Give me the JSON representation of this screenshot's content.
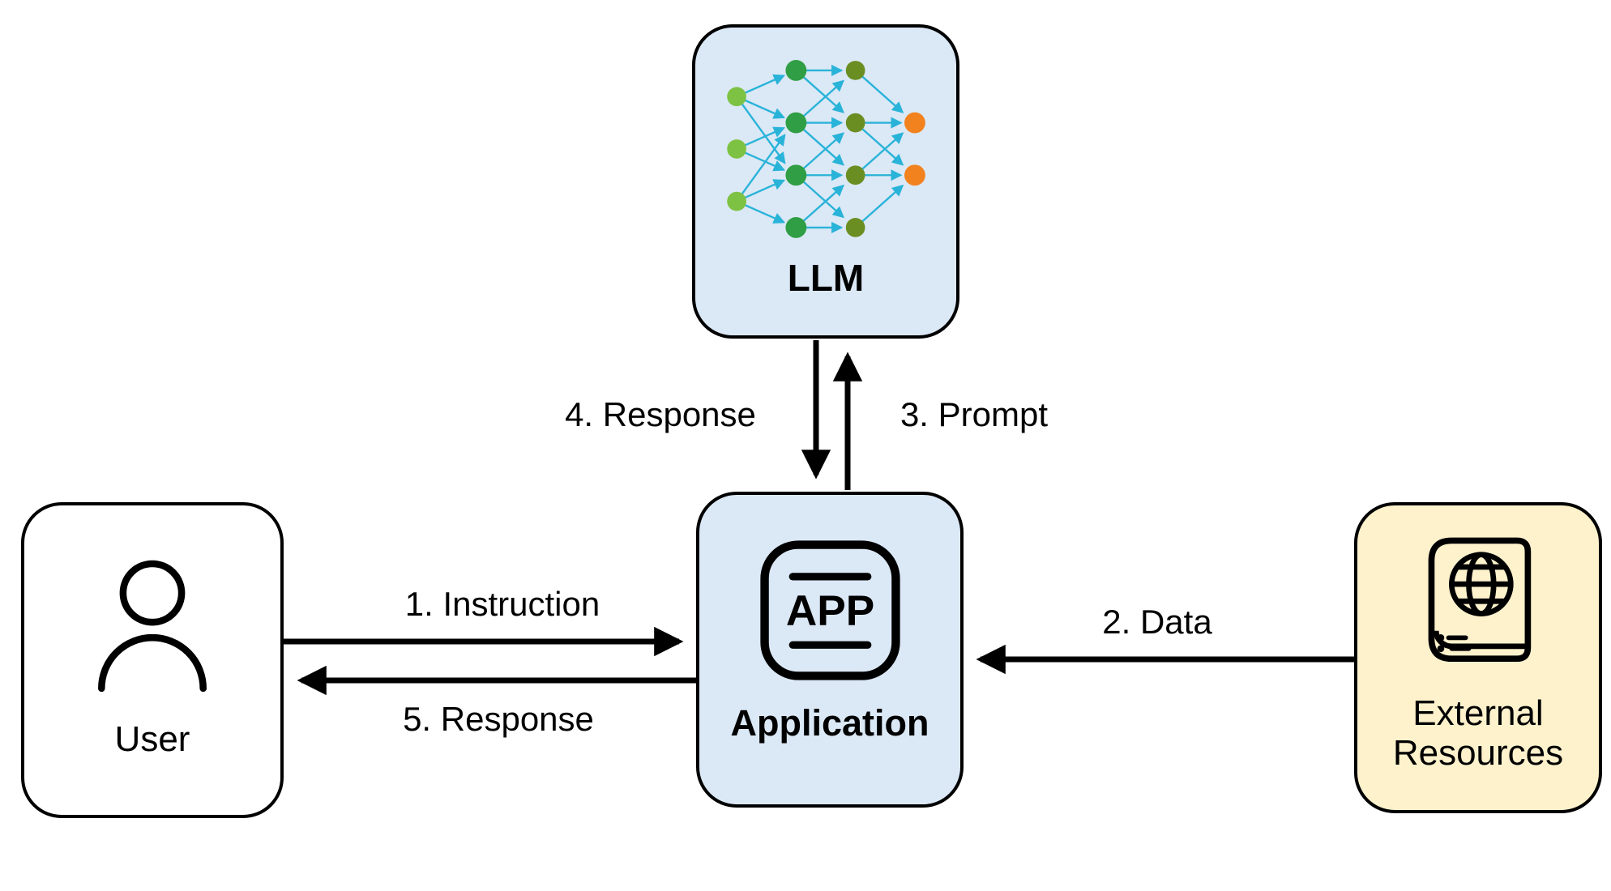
{
  "diagram": {
    "nodes": {
      "llm": {
        "label": "LLM"
      },
      "application": {
        "label": "Application"
      },
      "user": {
        "label": "User"
      },
      "external": {
        "label": "External Resources"
      }
    },
    "edges": {
      "instruction": {
        "label": "1. Instruction"
      },
      "data": {
        "label": "2. Data"
      },
      "prompt": {
        "label": "3. Prompt"
      },
      "response_llm": {
        "label": "4. Response"
      },
      "response_user": {
        "label": "5. Response"
      }
    },
    "icons": {
      "llm_icon": "neural-network-icon",
      "application_icon": "app-squircle-icon",
      "application_icon_text": "APP",
      "user_icon": "person-icon",
      "external_icon": "book-globe-icon"
    },
    "colors": {
      "llm_fill": "#dbe8f6",
      "application_fill": "#dbe8f6",
      "user_fill": "#ffffff",
      "external_fill": "#fdf2cc",
      "border": "#000000",
      "arrow": "#000000",
      "nn_input": "#7dc242",
      "nn_hidden1": "#2f9e44",
      "nn_hidden2": "#6b8e23",
      "nn_output": "#f2821e",
      "nn_link": "#29b3d8"
    }
  }
}
